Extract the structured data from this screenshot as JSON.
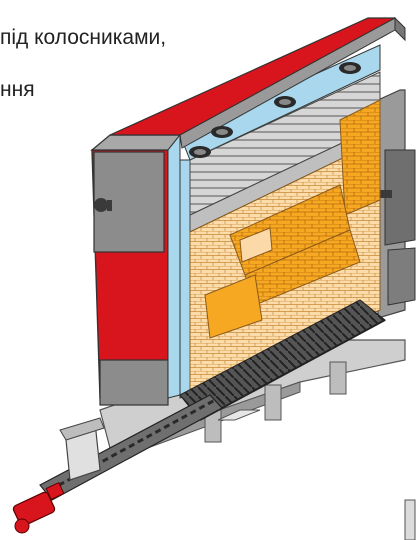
{
  "caption": {
    "line1": "під колосниками,",
    "line2": "ння"
  },
  "colors": {
    "casing_red": "#d8141c",
    "casing_gray": "#8c8c8c",
    "insulation_blue": "#a9d8ee",
    "brick_orange": "#f7a823",
    "brick_light": "#fbd9a8",
    "grate_dark": "#3a3a3a"
  },
  "icons": [
    "boiler-cutaway-illustration",
    "screw-feeder-motor-icon",
    "inspection-port-icon"
  ]
}
